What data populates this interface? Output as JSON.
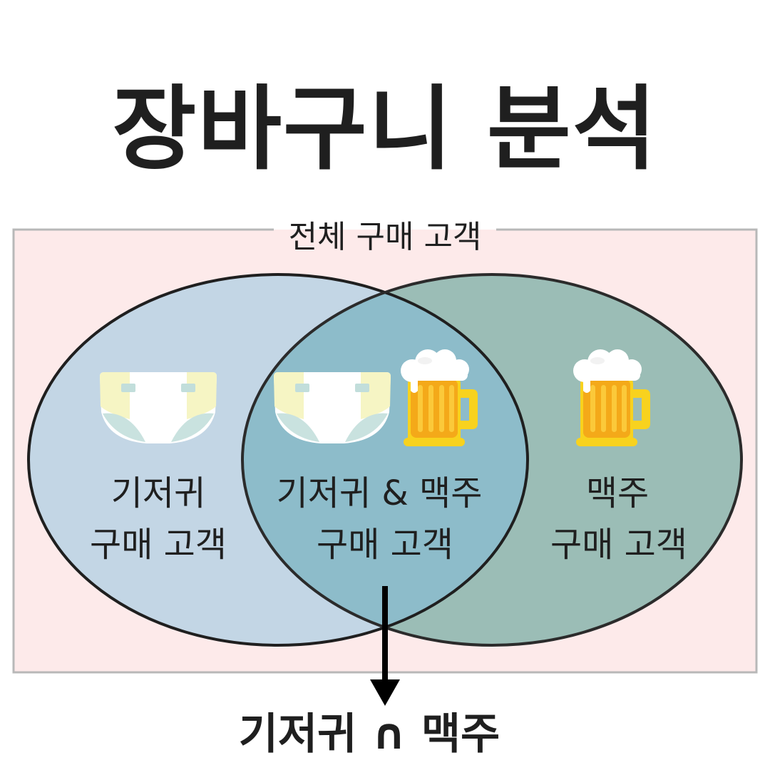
{
  "title": "장바구니 분석",
  "diagram": {
    "universe_label": "전체 구매 고객",
    "left_set": {
      "line1": "기저귀",
      "line2": "구매 고객",
      "icon": "diaper-icon"
    },
    "overlap_set": {
      "line1": "기저귀 & 맥주",
      "line2": "구매 고객",
      "icons": [
        "diaper-icon",
        "beer-mug-icon"
      ]
    },
    "right_set": {
      "line1": "맥주",
      "line2": "구매 고객",
      "icon": "beer-mug-icon"
    },
    "bottom_label": "기저귀 ∩ 맥주",
    "colors": {
      "universe_fill": "#fdeaea",
      "universe_border": "#b8b8b8",
      "left_fill": "#c3d6e5",
      "overlap_fill": "#8dbcca",
      "right_fill": "#9bbdb6",
      "outline": "#1f1f1f"
    }
  }
}
